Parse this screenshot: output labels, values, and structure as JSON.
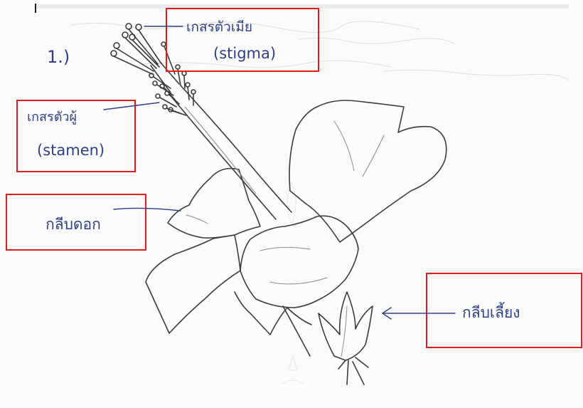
{
  "figure_number": "1.)",
  "labels": {
    "stigma": {
      "thai": "เกสรตัวเมีย",
      "english": "(stigma)"
    },
    "stamen": {
      "thai": "เกสรตัวผู้",
      "english": "(stamen)"
    },
    "petal": {
      "thai": "กลีบดอก"
    },
    "sepal": {
      "thai": "กลีบเลี้ยง"
    }
  },
  "colors": {
    "box": "#e01b1b",
    "pen_ink": "#2f3f86",
    "pencil": "#3b3b3b"
  }
}
